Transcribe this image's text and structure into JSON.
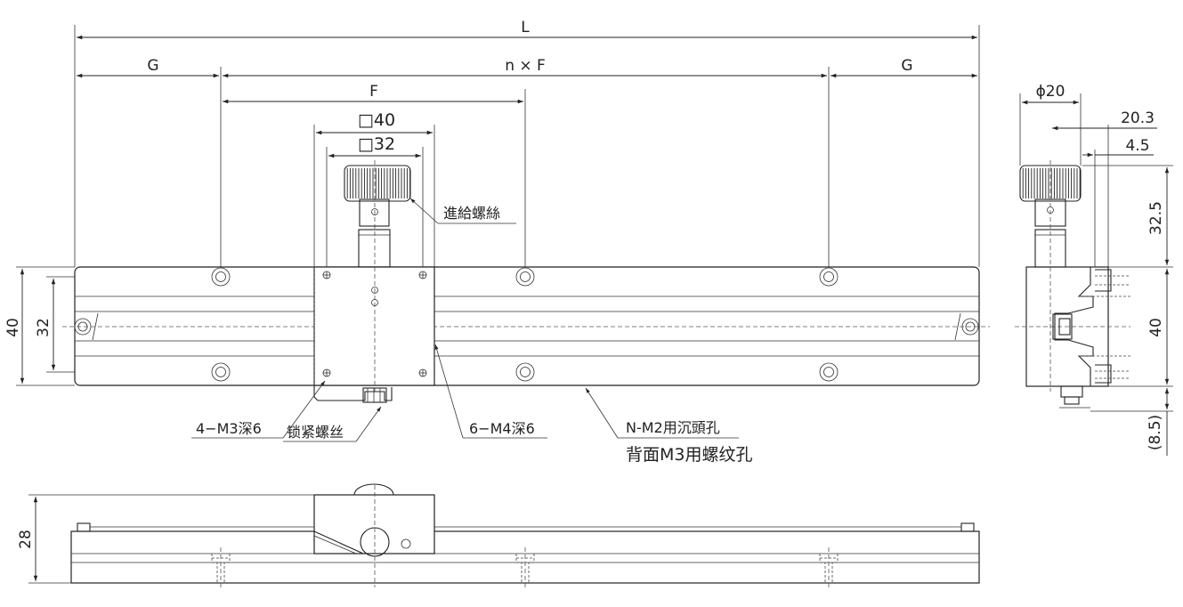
{
  "dimensions": {
    "L": "L",
    "G_left": "G",
    "nxF": "n × F",
    "G_right": "G",
    "F": "F",
    "sq40": "□40",
    "sq32": "□32",
    "h40": "40",
    "h32": "32",
    "phi20": "ϕ20",
    "d20_3": "20.3",
    "d4_5": "4.5",
    "d32_5": "32.5",
    "side40": "40",
    "d8_5": "(8.5)",
    "front28": "28"
  },
  "labels": {
    "feed_screw": "進給螺絲",
    "m3_holes": "4−M3深6",
    "lock_screw": "锁紧螺丝",
    "m4_holes": "6−M4深6",
    "n_m2": "N-M2用沉頭孔",
    "back_m3": "背面M3用螺纹孔"
  },
  "colors": {
    "line": "#222222",
    "background": "#ffffff"
  }
}
